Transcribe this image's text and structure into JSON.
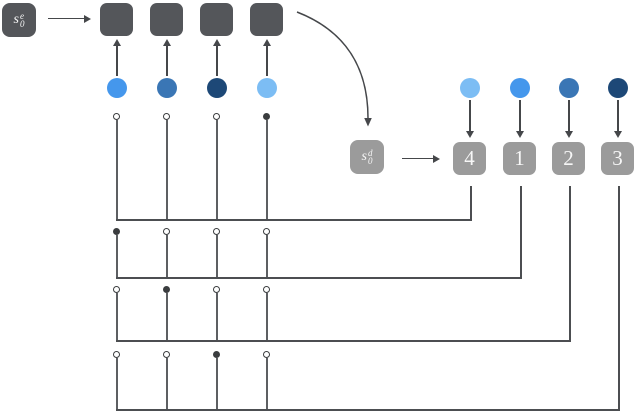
{
  "encoder": {
    "state_label": {
      "base": "s",
      "sub": "0",
      "sup": "e"
    },
    "cell_count": 4,
    "input_circle_colors": [
      "#4597ec",
      "#3a76b5",
      "#1d4877",
      "#7cbdf4"
    ]
  },
  "decoder": {
    "state_label": {
      "base": "s",
      "sub": "0",
      "sup": "d"
    },
    "cells": [
      {
        "label": "4"
      },
      {
        "label": "1"
      },
      {
        "label": "2"
      },
      {
        "label": "3"
      }
    ],
    "output_circle_colors": [
      "#7cbdf4",
      "#4597ec",
      "#3a76b5",
      "#1d4877"
    ]
  },
  "pointer_selections": [
    {
      "step": 1,
      "selected_index": 3,
      "output": "4"
    },
    {
      "step": 2,
      "selected_index": 0,
      "output": "1"
    },
    {
      "step": 3,
      "selected_index": 1,
      "output": "2"
    },
    {
      "step": 4,
      "selected_index": 2,
      "output": "3"
    }
  ],
  "colors": {
    "encoder_cell": "#54565a",
    "decoder_cell": "#9b9b9b",
    "line": "#4c4e51",
    "blue_bright": "#4597ec",
    "blue_steel": "#3a76b5",
    "blue_navy": "#1d4877",
    "blue_light": "#7cbdf4"
  }
}
